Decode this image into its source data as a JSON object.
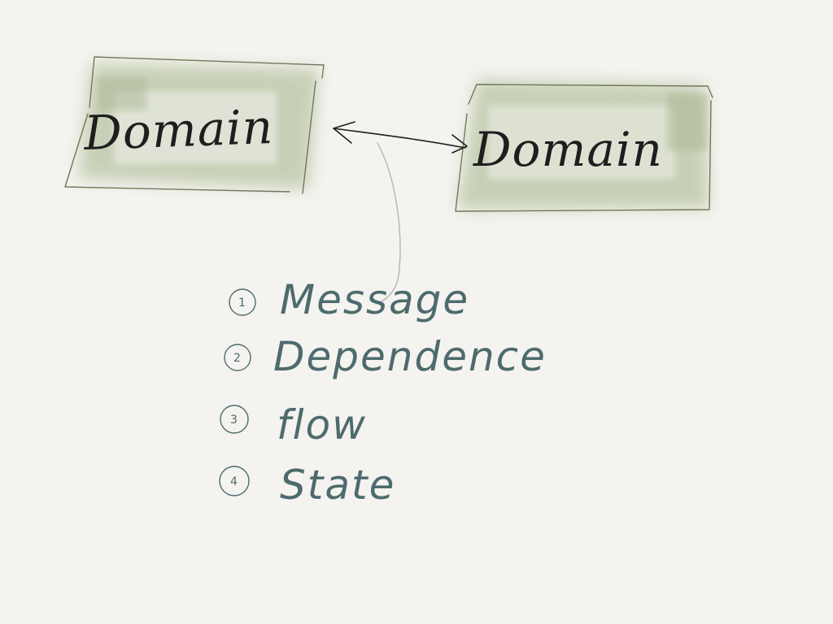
{
  "colors": {
    "paper": "#f4f3ef",
    "box_wash": "#b9c5a4",
    "box_outline": "#6f7a5a",
    "ink_dark": "#1e1e1e",
    "ink_teal": "#4d6b6d",
    "connector": "#b0b0b0"
  },
  "diagram": {
    "nodes": [
      {
        "id": "left-domain",
        "label": "Domain"
      },
      {
        "id": "right-domain",
        "label": "Domain"
      }
    ],
    "edges": [
      {
        "from": "left-domain",
        "to": "right-domain",
        "style": "double-arrow"
      }
    ],
    "list": [
      {
        "num": "1",
        "label": "Message"
      },
      {
        "num": "2",
        "label": "Dependence"
      },
      {
        "num": "3",
        "label": "flow"
      },
      {
        "num": "4",
        "label": "State"
      }
    ]
  }
}
